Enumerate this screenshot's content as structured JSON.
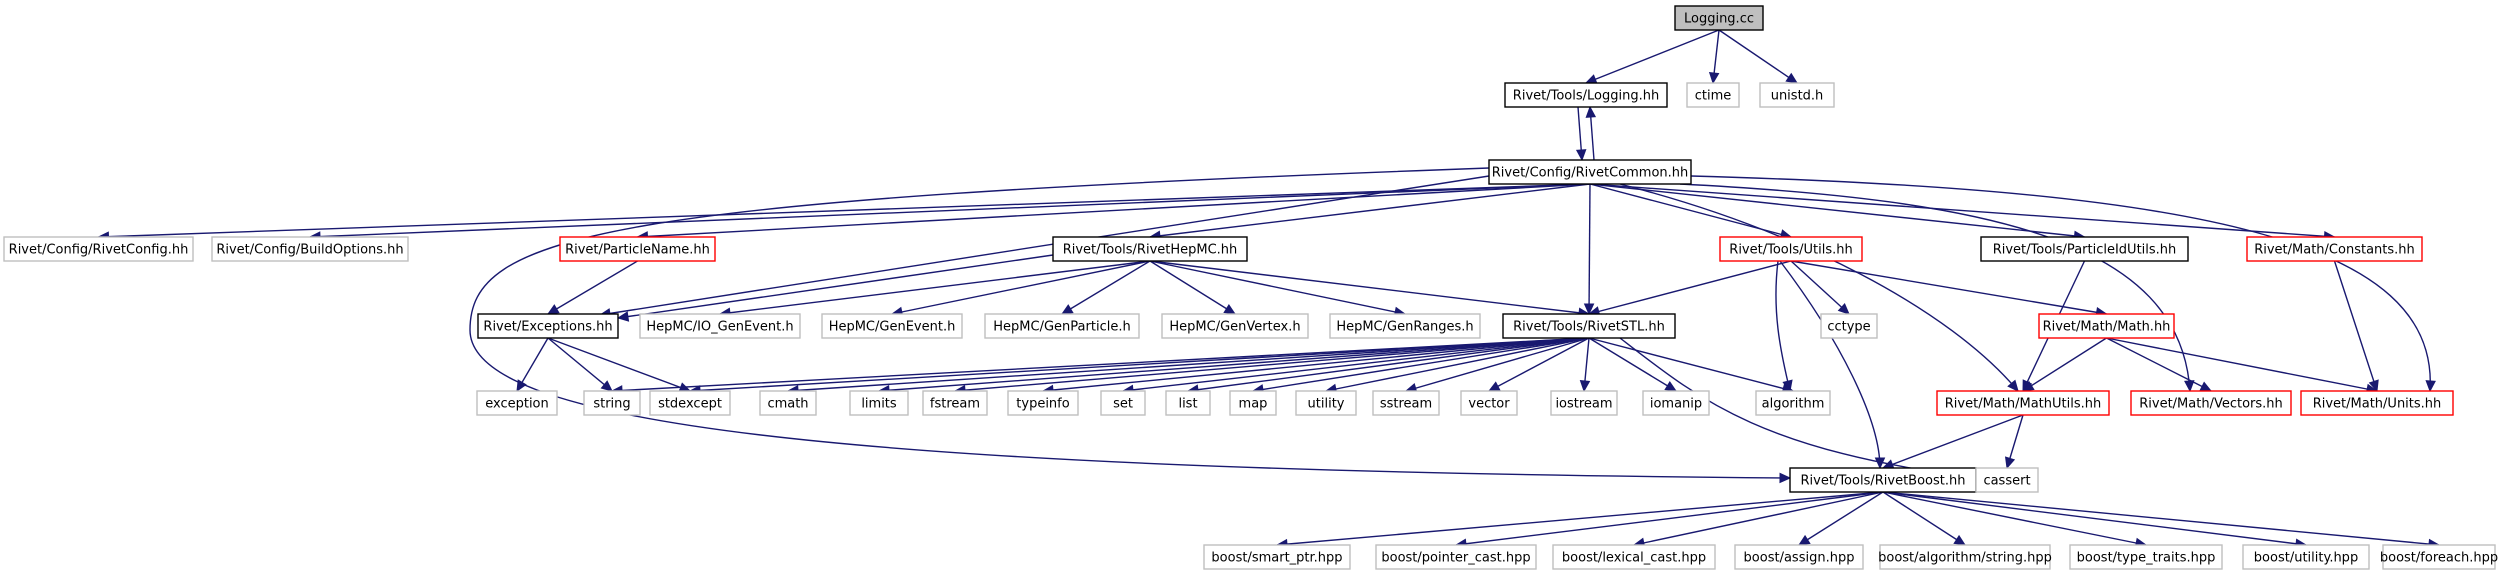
{
  "graph": {
    "colors": {
      "edge": "#191970",
      "root_fill": "#bfbfbf",
      "root_border": "#000000",
      "normal_border": "#000000",
      "truncated_border": "#ff0000",
      "external_border": "#bfbfbf",
      "fill": "#ffffff"
    },
    "nodes": [
      {
        "id": "logging_cc",
        "label": "Logging.cc",
        "kind": "root"
      },
      {
        "id": "tools_logging",
        "label": "Rivet/Tools/Logging.hh",
        "kind": "normal"
      },
      {
        "id": "ctime",
        "label": "ctime",
        "kind": "external"
      },
      {
        "id": "unistd",
        "label": "unistd.h",
        "kind": "external"
      },
      {
        "id": "rivetcommon",
        "label": "Rivet/Config/RivetCommon.hh",
        "kind": "normal"
      },
      {
        "id": "rivetconfig",
        "label": "Rivet/Config/RivetConfig.hh",
        "kind": "external"
      },
      {
        "id": "buildoptions",
        "label": "Rivet/Config/BuildOptions.hh",
        "kind": "external"
      },
      {
        "id": "particlename",
        "label": "Rivet/ParticleName.hh",
        "kind": "truncated"
      },
      {
        "id": "rivethepmc",
        "label": "Rivet/Tools/RivetHepMC.hh",
        "kind": "normal"
      },
      {
        "id": "utils",
        "label": "Rivet/Tools/Utils.hh",
        "kind": "truncated"
      },
      {
        "id": "particleidutils",
        "label": "Rivet/Tools/ParticleIdUtils.hh",
        "kind": "normal"
      },
      {
        "id": "constants",
        "label": "Rivet/Math/Constants.hh",
        "kind": "truncated"
      },
      {
        "id": "exceptions",
        "label": "Rivet/Exceptions.hh",
        "kind": "normal"
      },
      {
        "id": "io_genevent",
        "label": "HepMC/IO_GenEvent.h",
        "kind": "external"
      },
      {
        "id": "genevent",
        "label": "HepMC/GenEvent.h",
        "kind": "external"
      },
      {
        "id": "genparticle",
        "label": "HepMC/GenParticle.h",
        "kind": "external"
      },
      {
        "id": "genvertex",
        "label": "HepMC/GenVertex.h",
        "kind": "external"
      },
      {
        "id": "genranges",
        "label": "HepMC/GenRanges.h",
        "kind": "external"
      },
      {
        "id": "rivetstl",
        "label": "Rivet/Tools/RivetSTL.hh",
        "kind": "normal"
      },
      {
        "id": "cctype",
        "label": "cctype",
        "kind": "external"
      },
      {
        "id": "math",
        "label": "Rivet/Math/Math.hh",
        "kind": "truncated"
      },
      {
        "id": "exception",
        "label": "exception",
        "kind": "external"
      },
      {
        "id": "string",
        "label": "string",
        "kind": "external"
      },
      {
        "id": "stdexcept",
        "label": "stdexcept",
        "kind": "external"
      },
      {
        "id": "cmath",
        "label": "cmath",
        "kind": "external"
      },
      {
        "id": "limits",
        "label": "limits",
        "kind": "external"
      },
      {
        "id": "fstream",
        "label": "fstream",
        "kind": "external"
      },
      {
        "id": "typeinfo",
        "label": "typeinfo",
        "kind": "external"
      },
      {
        "id": "set",
        "label": "set",
        "kind": "external"
      },
      {
        "id": "list",
        "label": "list",
        "kind": "external"
      },
      {
        "id": "map",
        "label": "map",
        "kind": "external"
      },
      {
        "id": "utility",
        "label": "utility",
        "kind": "external"
      },
      {
        "id": "sstream",
        "label": "sstream",
        "kind": "external"
      },
      {
        "id": "vector",
        "label": "vector",
        "kind": "external"
      },
      {
        "id": "iostream",
        "label": "iostream",
        "kind": "external"
      },
      {
        "id": "iomanip",
        "label": "iomanip",
        "kind": "external"
      },
      {
        "id": "algorithm",
        "label": "algorithm",
        "kind": "external"
      },
      {
        "id": "mathutils",
        "label": "Rivet/Math/MathUtils.hh",
        "kind": "truncated"
      },
      {
        "id": "vectors",
        "label": "Rivet/Math/Vectors.hh",
        "kind": "truncated"
      },
      {
        "id": "units",
        "label": "Rivet/Math/Units.hh",
        "kind": "truncated"
      },
      {
        "id": "rivetboost",
        "label": "Rivet/Tools/RivetBoost.hh",
        "kind": "normal"
      },
      {
        "id": "cassert",
        "label": "cassert",
        "kind": "external"
      },
      {
        "id": "smart_ptr",
        "label": "boost/smart_ptr.hpp",
        "kind": "external"
      },
      {
        "id": "pointer_cast",
        "label": "boost/pointer_cast.hpp",
        "kind": "external"
      },
      {
        "id": "lexical_cast",
        "label": "boost/lexical_cast.hpp",
        "kind": "external"
      },
      {
        "id": "assign",
        "label": "boost/assign.hpp",
        "kind": "external"
      },
      {
        "id": "alg_string",
        "label": "boost/algorithm/string.hpp",
        "kind": "external"
      },
      {
        "id": "type_traits",
        "label": "boost/type_traits.hpp",
        "kind": "external"
      },
      {
        "id": "b_utility",
        "label": "boost/utility.hpp",
        "kind": "external"
      },
      {
        "id": "foreach",
        "label": "boost/foreach.hpp",
        "kind": "external"
      }
    ],
    "edges": [
      {
        "from": "logging_cc",
        "to": "tools_logging"
      },
      {
        "from": "logging_cc",
        "to": "ctime"
      },
      {
        "from": "logging_cc",
        "to": "unistd"
      },
      {
        "from": "tools_logging",
        "to": "rivetcommon"
      },
      {
        "from": "rivetcommon",
        "to": "tools_logging"
      },
      {
        "from": "rivetcommon",
        "to": "rivetconfig"
      },
      {
        "from": "rivetcommon",
        "to": "buildoptions"
      },
      {
        "from": "rivetcommon",
        "to": "particlename"
      },
      {
        "from": "rivetcommon",
        "to": "rivethepmc"
      },
      {
        "from": "rivetcommon",
        "to": "utils"
      },
      {
        "from": "rivetcommon",
        "to": "particleidutils"
      },
      {
        "from": "rivetcommon",
        "to": "constants"
      },
      {
        "from": "rivetcommon",
        "to": "exceptions"
      },
      {
        "from": "rivetcommon",
        "to": "rivetstl"
      },
      {
        "from": "rivetcommon",
        "to": "mathutils"
      },
      {
        "from": "rivetcommon",
        "to": "vectors"
      },
      {
        "from": "rivetcommon",
        "to": "units"
      },
      {
        "from": "rivetcommon",
        "to": "rivetboost"
      },
      {
        "from": "particlename",
        "to": "exceptions"
      },
      {
        "from": "rivethepmc",
        "to": "exceptions"
      },
      {
        "from": "rivethepmc",
        "to": "io_genevent"
      },
      {
        "from": "rivethepmc",
        "to": "genevent"
      },
      {
        "from": "rivethepmc",
        "to": "genparticle"
      },
      {
        "from": "rivethepmc",
        "to": "genvertex"
      },
      {
        "from": "rivethepmc",
        "to": "genranges"
      },
      {
        "from": "rivethepmc",
        "to": "rivetstl"
      },
      {
        "from": "utils",
        "to": "rivetstl"
      },
      {
        "from": "utils",
        "to": "cctype"
      },
      {
        "from": "utils",
        "to": "algorithm"
      },
      {
        "from": "utils",
        "to": "math"
      },
      {
        "from": "utils",
        "to": "rivetboost"
      },
      {
        "from": "particleidutils",
        "to": "mathutils"
      },
      {
        "from": "constants",
        "to": "units"
      },
      {
        "from": "exceptions",
        "to": "exception"
      },
      {
        "from": "exceptions",
        "to": "string"
      },
      {
        "from": "exceptions",
        "to": "stdexcept"
      },
      {
        "from": "rivetstl",
        "to": "string"
      },
      {
        "from": "rivetstl",
        "to": "stdexcept"
      },
      {
        "from": "rivetstl",
        "to": "cmath"
      },
      {
        "from": "rivetstl",
        "to": "limits"
      },
      {
        "from": "rivetstl",
        "to": "fstream"
      },
      {
        "from": "rivetstl",
        "to": "typeinfo"
      },
      {
        "from": "rivetstl",
        "to": "set"
      },
      {
        "from": "rivetstl",
        "to": "list"
      },
      {
        "from": "rivetstl",
        "to": "map"
      },
      {
        "from": "rivetstl",
        "to": "utility"
      },
      {
        "from": "rivetstl",
        "to": "sstream"
      },
      {
        "from": "rivetstl",
        "to": "vector"
      },
      {
        "from": "rivetstl",
        "to": "iostream"
      },
      {
        "from": "rivetstl",
        "to": "iomanip"
      },
      {
        "from": "rivetstl",
        "to": "algorithm"
      },
      {
        "from": "rivetstl",
        "to": "cassert"
      },
      {
        "from": "math",
        "to": "mathutils"
      },
      {
        "from": "math",
        "to": "vectors"
      },
      {
        "from": "math",
        "to": "units"
      },
      {
        "from": "mathutils",
        "to": "rivetboost"
      },
      {
        "from": "mathutils",
        "to": "cassert"
      },
      {
        "from": "rivetboost",
        "to": "smart_ptr"
      },
      {
        "from": "rivetboost",
        "to": "pointer_cast"
      },
      {
        "from": "rivetboost",
        "to": "lexical_cast"
      },
      {
        "from": "rivetboost",
        "to": "assign"
      },
      {
        "from": "rivetboost",
        "to": "alg_string"
      },
      {
        "from": "rivetboost",
        "to": "type_traits"
      },
      {
        "from": "rivetboost",
        "to": "b_utility"
      },
      {
        "from": "rivetboost",
        "to": "foreach"
      }
    ]
  }
}
